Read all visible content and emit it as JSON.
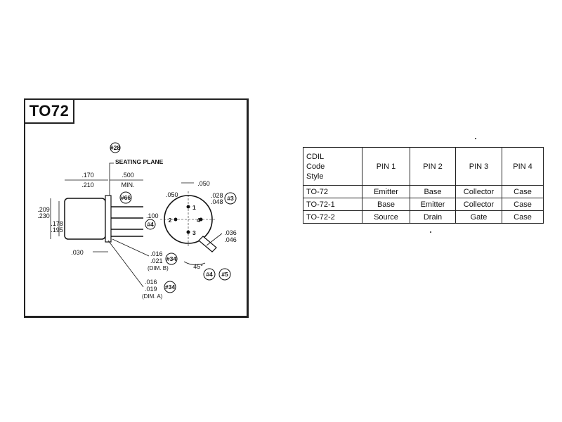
{
  "drawing": {
    "title": "TO72",
    "labels": {
      "note_28": "#28",
      "seating_plane": "SEATING PLANE",
      "dim_170": ".170",
      "dim_210": ".210",
      "dim_500": ".500",
      "dim_min": "MIN.",
      "dim_050_top": ".050",
      "note_66": "#66",
      "dim_050_left": ".050",
      "dim_028": ".028",
      "dim_048": ".048",
      "note_3": "#3",
      "dim_209": ".209",
      "dim_230": ".230",
      "dim_178": ".178",
      "dim_195": ".195",
      "dim_100": ".100",
      "note_4_left": "#4",
      "pin_2": "2",
      "pin_4": "4",
      "pin_1": "1",
      "pin_3": "3",
      "dim_036": ".036",
      "dim_046": ".046",
      "dim_030": ".030",
      "dim_016_b": ".016",
      "dim_021": ".021",
      "dim_b": "(DIM. B)",
      "note_34_b": "#34",
      "angle_45": "45°",
      "note_4": "#4",
      "note_5": "#5",
      "dim_016_a": ".016",
      "dim_019": ".019",
      "dim_a": "(DIM. A)",
      "note_34_a": "#34"
    }
  },
  "pin_table": {
    "header_code": [
      "CDIL",
      "Code",
      "Style"
    ],
    "header_pins": [
      "PIN 1",
      "PIN 2",
      "PIN 3",
      "PIN 4"
    ],
    "rows": [
      {
        "style": "TO-72",
        "pins": [
          "Emitter",
          "Base",
          "Collector",
          "Case"
        ]
      },
      {
        "style": "TO-72-1",
        "pins": [
          "Base",
          "Emitter",
          "Collector",
          "Case"
        ]
      },
      {
        "style": "TO-72-2",
        "pins": [
          "Source",
          "Drain",
          "Gate",
          "Case"
        ]
      }
    ]
  }
}
